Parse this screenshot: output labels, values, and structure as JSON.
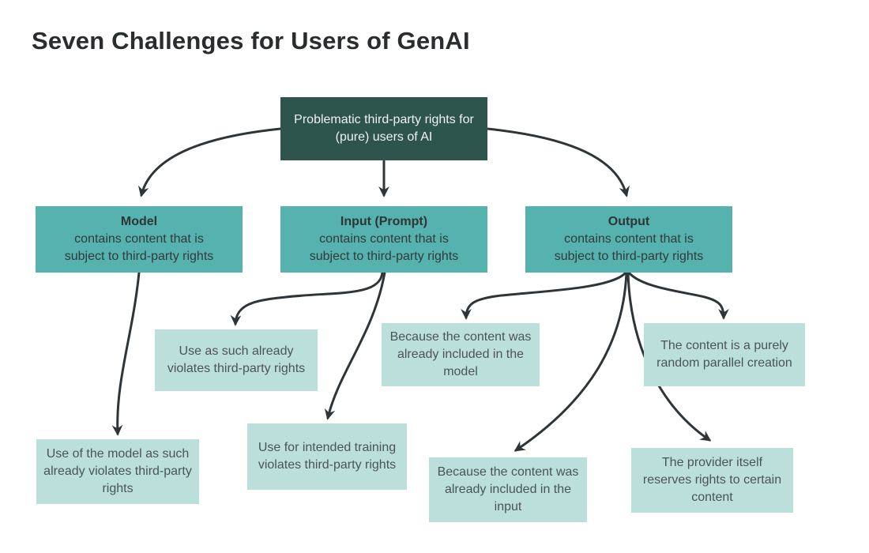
{
  "title": "Seven Challenges for Users of GenAI",
  "colors": {
    "root_box": "#2d544d",
    "root_text": "#eef4f3",
    "branch_box": "#55b2ae",
    "leaf_box": "#bbdfdb",
    "body_text": "#4b5456",
    "arrow": "#2e3437",
    "title_text": "#292d2e"
  },
  "root": {
    "text": "Problematic third-party rights for (pure) users of AI"
  },
  "branches": [
    {
      "title": "Model",
      "body": "contains content that is subject to third-party rights",
      "children": [
        {
          "text": "Use of the model as such already violates third-party rights"
        }
      ]
    },
    {
      "title": "Input (Prompt)",
      "body": "contains content that is subject to third-party rights",
      "children": [
        {
          "text": "Use as such already violates third-party rights"
        },
        {
          "text": "Use for intended training violates third-party rights"
        }
      ]
    },
    {
      "title": "Output",
      "body": "contains content that is subject to third-party rights",
      "children": [
        {
          "text": "Because the content was already included in the model"
        },
        {
          "text": "The content is a purely random parallel creation"
        },
        {
          "text": "Because the content was already included in the input"
        },
        {
          "text": "The provider itself reserves rights to certain content"
        }
      ]
    }
  ]
}
